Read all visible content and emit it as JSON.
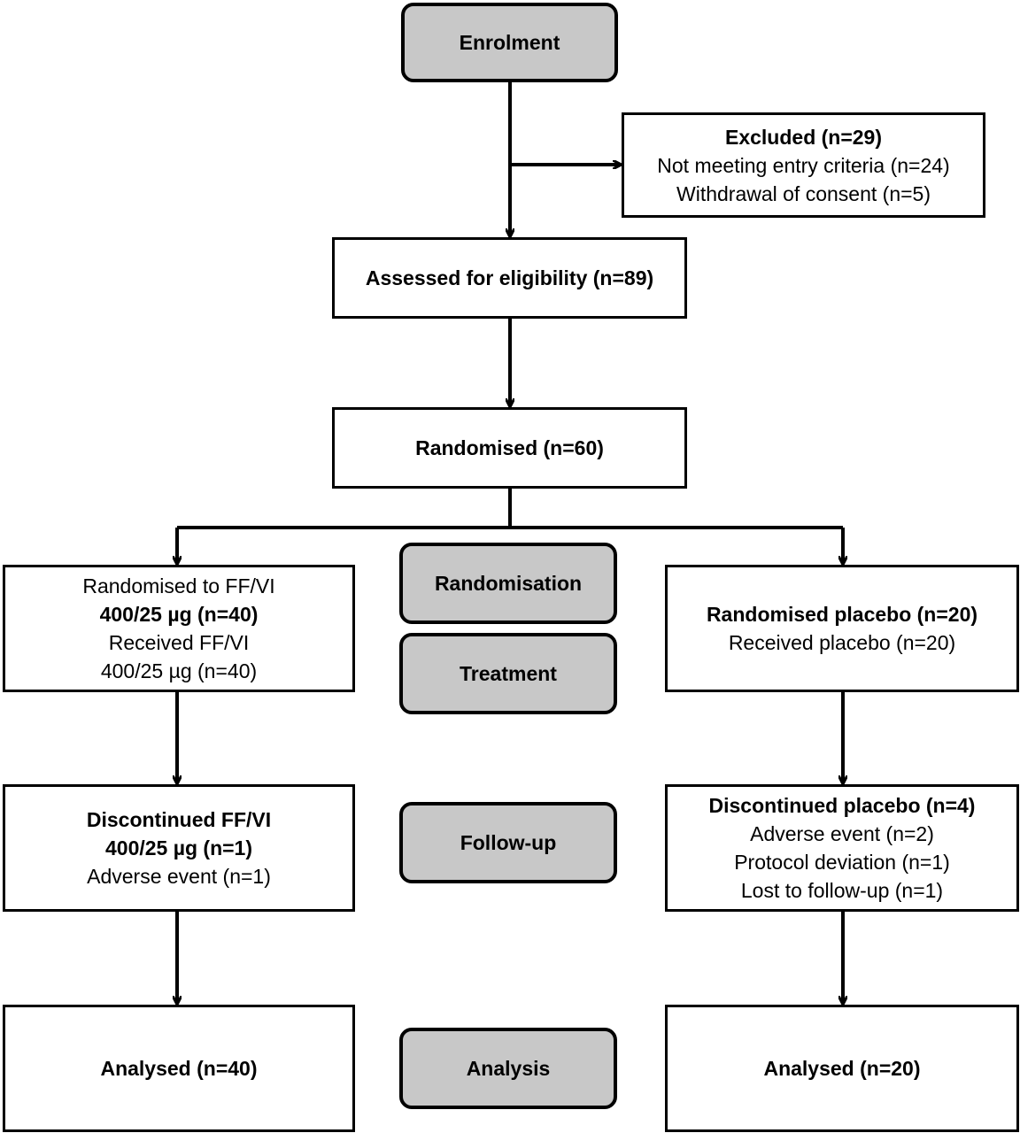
{
  "stages": {
    "enrolment": "Enrolment",
    "randomisation": "Randomisation",
    "treatment": "Treatment",
    "follow_up": "Follow-up",
    "analysis": "Analysis"
  },
  "excluded": {
    "title": "Excluded (n=29)",
    "lines": [
      "Not meeting entry criteria (n=24)",
      "Withdrawal of consent (n=5)"
    ]
  },
  "assessed": "Assessed for eligibility (n=89)",
  "randomised": "Randomised (n=60)",
  "ffvi_arm": {
    "line1": "Randomised  to FF/VI",
    "line2": "400/25 µg (n=40)",
    "line3": "Received FF/VI",
    "line4": "400/25 µg (n=40)"
  },
  "placebo_arm": {
    "title": "Randomised  placebo (n=20)",
    "line2": "Received placebo (n=20)"
  },
  "ffvi_discontinued": {
    "line1": "Discontinued  FF/VI",
    "line2": "400/25 µg (n=1)",
    "line3": "Adverse event (n=1)"
  },
  "placebo_discontinued": {
    "title": "Discontinued placebo (n=4)",
    "lines": [
      "Adverse event (n=2)",
      "Protocol deviation (n=1)",
      "Lost to follow-up (n=1)"
    ]
  },
  "ffvi_analysed": "Analysed (n=40)",
  "placebo_analysed": "Analysed (n=20)"
}
